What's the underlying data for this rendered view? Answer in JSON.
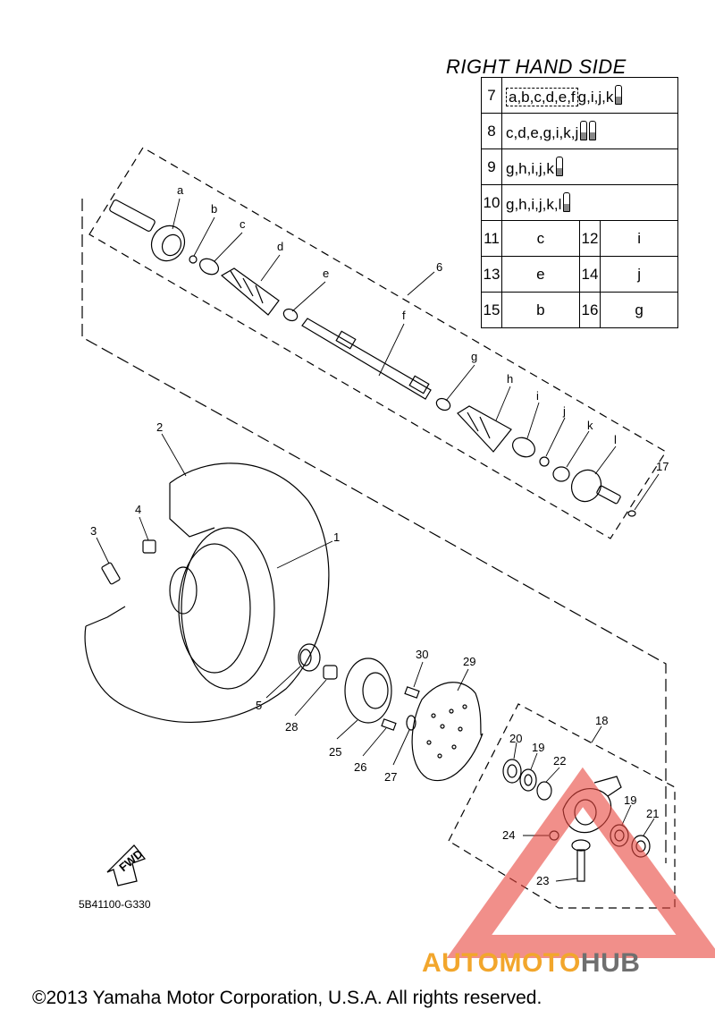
{
  "title": "RIGHT HAND SIDE",
  "spec_table": [
    {
      "num": "7",
      "parts_boxed": "a,b,c,d,e,f",
      "parts_rest": "g,i,j,k",
      "tubes": 1
    },
    {
      "num": "8",
      "parts": "c,d,e,g,i,k,j",
      "tubes": 2
    },
    {
      "num": "9",
      "parts": "g,h,i,j,k",
      "tubes": 1
    },
    {
      "num": "10",
      "parts": "g,h,i,j,k,l",
      "tubes": 1
    },
    {
      "pair": [
        {
          "num": "11",
          "val": "c"
        },
        {
          "num": "12",
          "val": "i"
        }
      ]
    },
    {
      "pair": [
        {
          "num": "13",
          "val": "e"
        },
        {
          "num": "14",
          "val": "j"
        }
      ]
    },
    {
      "pair": [
        {
          "num": "15",
          "val": "b"
        },
        {
          "num": "16",
          "val": "g"
        }
      ]
    }
  ],
  "callouts": {
    "a": "a",
    "b": "b",
    "c": "c",
    "d": "d",
    "e": "e",
    "f": "f",
    "g": "g",
    "h": "h",
    "i": "i",
    "j": "j",
    "k": "k",
    "l": "l",
    "n1": "1",
    "n2": "2",
    "n3": "3",
    "n4": "4",
    "n5": "5",
    "n6": "6",
    "n17": "17",
    "n18": "18",
    "n19a": "19",
    "n19b": "19",
    "n20": "20",
    "n21": "21",
    "n22": "22",
    "n23": "23",
    "n24": "24",
    "n25": "25",
    "n26": "26",
    "n27": "27",
    "n28": "28",
    "n29": "29",
    "n30": "30"
  },
  "fwd_label": "FWD",
  "diagram_code": "5B41100-G330",
  "copyright": "©2013 Yamaha Motor Corporation, U.S.A. All rights reserved.",
  "watermark": {
    "part1": "AUTOMOTO",
    "part2": "HUB",
    "color1": "#f2a62c",
    "color2": "#6f6f6f",
    "triangle_color": "#e8453c"
  }
}
